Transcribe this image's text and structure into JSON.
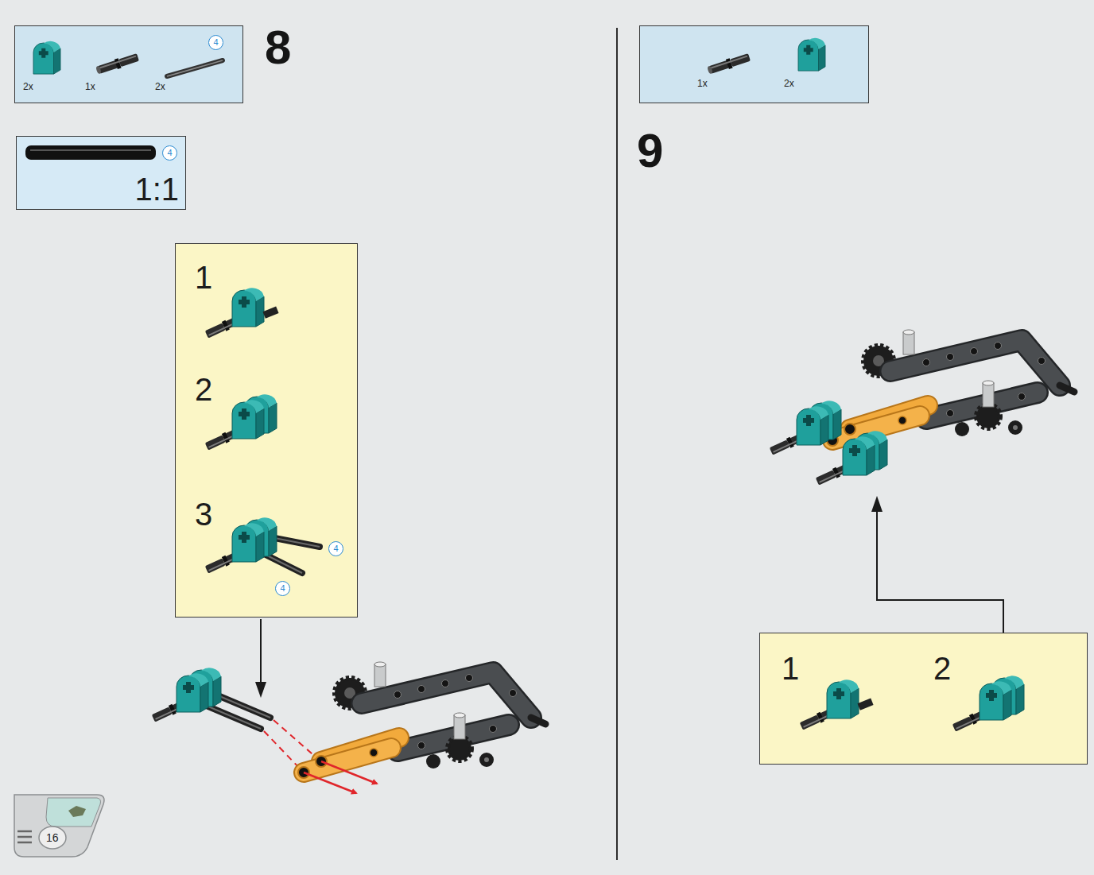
{
  "diagram": {
    "nodes": [
      {
        "text": [
          "4",
          "2x",
          "1x",
          "2x"
        ]
      },
      {
        "text": [
          "4",
          "1:1"
        ]
      },
      {
        "text": [
          "1",
          "2",
          "3",
          "4",
          "4"
        ]
      },
      {
        "text": [
          "1x",
          "2x"
        ]
      },
      {
        "text": [
          "1",
          "2"
        ]
      }
    ],
    "labels": [
      "8",
      "9",
      "16"
    ]
  }
}
